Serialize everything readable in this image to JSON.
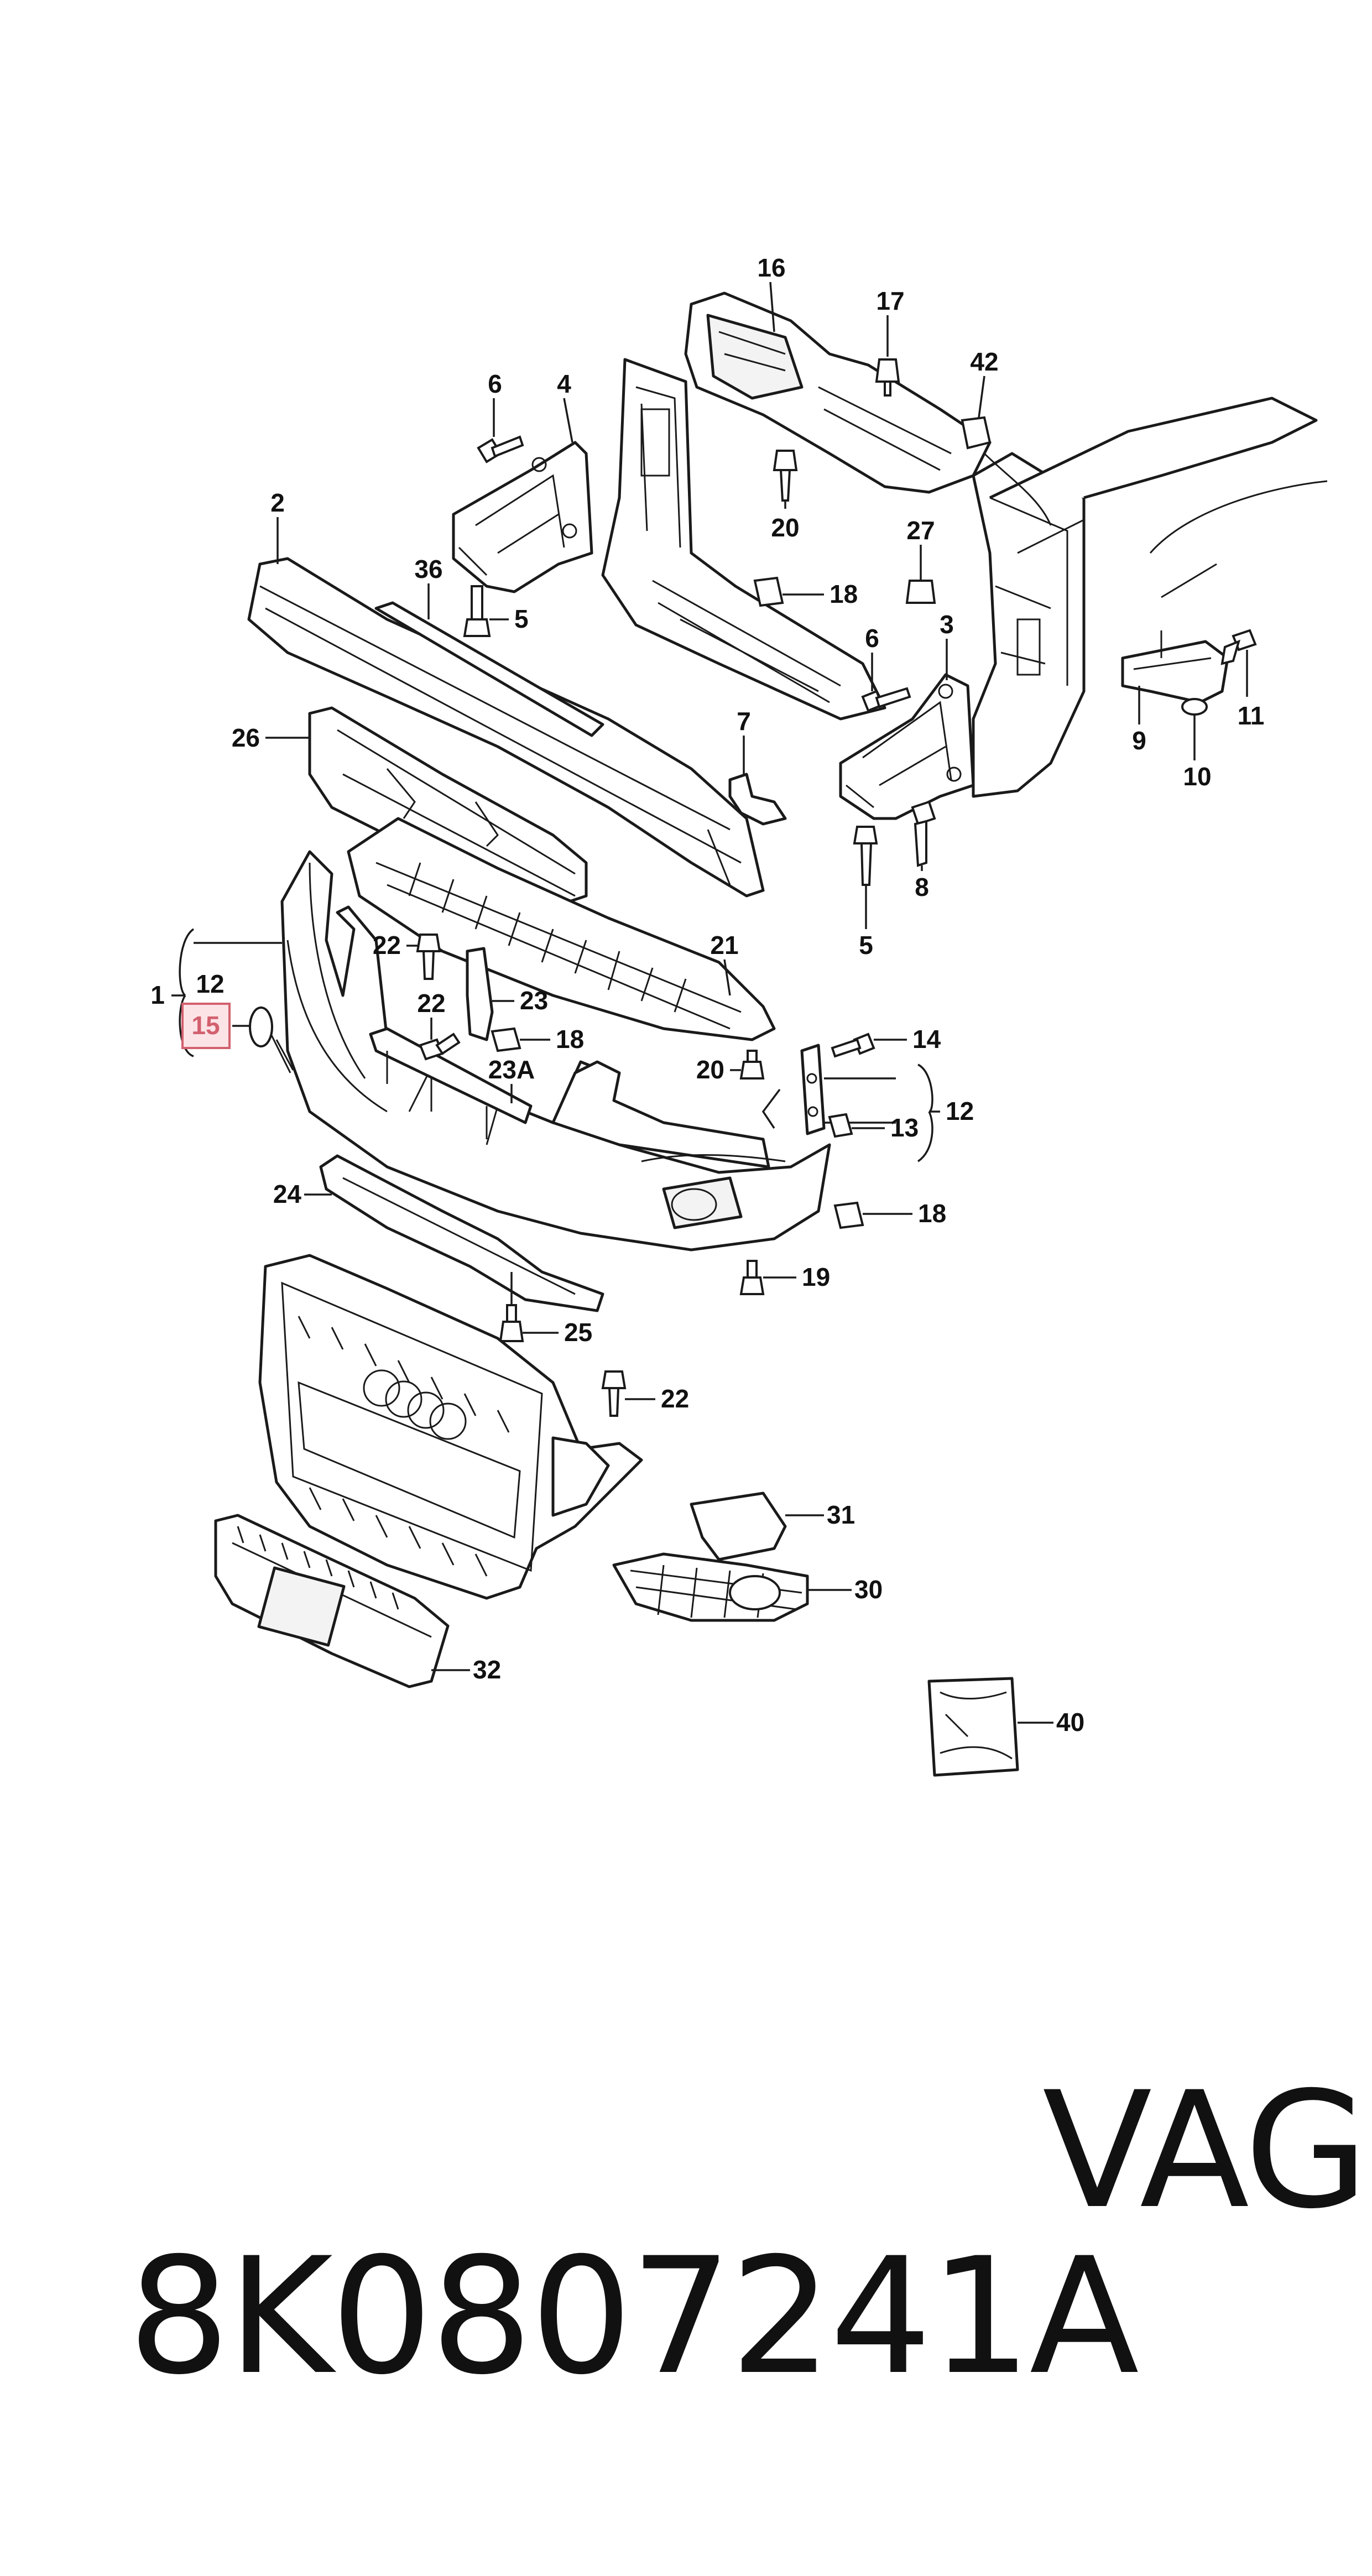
{
  "part_labels": {
    "p1": "1",
    "p2": "2",
    "p3": "3",
    "p4": "4",
    "p5a": "5",
    "p5b": "5",
    "p6a": "6",
    "p6b": "6",
    "p7": "7",
    "p8": "8",
    "p9": "9",
    "p10": "10",
    "p11": "11",
    "p12a": "12",
    "p12b": "12",
    "p13": "13",
    "p14": "14",
    "p15": "15",
    "p16": "16",
    "p17": "17",
    "p18a": "18",
    "p18b": "18",
    "p18c": "18",
    "p19": "19",
    "p20a": "20",
    "p20b": "20",
    "p21": "21",
    "p22a": "22",
    "p22b": "22",
    "p22c": "22",
    "p23": "23",
    "p23a": "23A",
    "p24": "24",
    "p25": "25",
    "p26": "26",
    "p27": "27",
    "p30": "30",
    "p31": "31",
    "p32": "32",
    "p36": "36",
    "p40": "40",
    "p42": "42"
  },
  "highlighted_part": "15",
  "colors": {
    "highlight": "#d2606e",
    "highlight_fill": "#fbe3e6",
    "ink": "#1a1a1a"
  },
  "footer": {
    "part_number": "8K0807241A",
    "brand": "VAG"
  }
}
